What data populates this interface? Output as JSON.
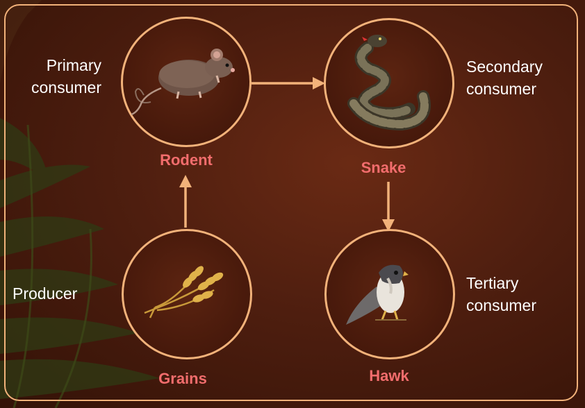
{
  "nodes": [
    {
      "id": "rodent",
      "name": "Rodent",
      "role_lines": [
        "Primary",
        "consumer"
      ],
      "icon": "rodent-icon"
    },
    {
      "id": "snake",
      "name": "Snake",
      "role_lines": [
        "Secondary",
        "consumer"
      ],
      "icon": "snake-icon"
    },
    {
      "id": "grains",
      "name": "Grains",
      "role_lines": [
        "Producer"
      ],
      "icon": "grains-icon"
    },
    {
      "id": "hawk",
      "name": "Hawk",
      "role_lines": [
        "Tertiary",
        "consumer"
      ],
      "icon": "hawk-icon"
    }
  ],
  "edges": [
    {
      "from": "grains",
      "to": "rodent"
    },
    {
      "from": "rodent",
      "to": "snake"
    },
    {
      "from": "snake",
      "to": "hawk"
    }
  ],
  "colors": {
    "accent": "#f2b27a",
    "label": "#f26d6d",
    "text": "#ffffff",
    "background": "#4e1e0f"
  }
}
